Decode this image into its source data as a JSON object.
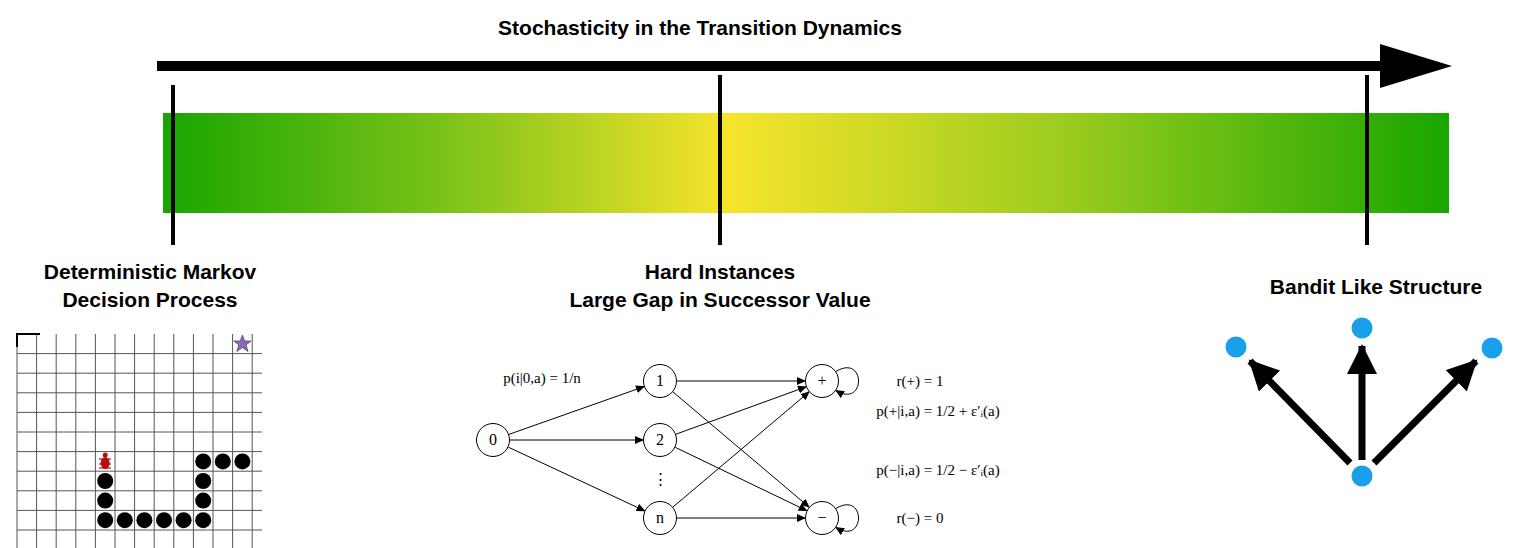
{
  "diagram": {
    "title": "Stochasticity in the Transition Dynamics",
    "nodes": [
      {
        "text": [
          "0"
        ]
      },
      {
        "text": [
          "1"
        ]
      },
      {
        "text": [
          "2"
        ]
      },
      {
        "text": [
          "n"
        ]
      },
      {
        "text": [
          "+"
        ]
      },
      {
        "text": [
          "−"
        ]
      }
    ],
    "edges": [
      {
        "from": 0,
        "to": 1,
        "arrow": "to"
      },
      {
        "from": 0,
        "to": 2,
        "arrow": "to"
      },
      {
        "from": 0,
        "to": 3,
        "arrow": "to"
      },
      {
        "from": 1,
        "to": 4,
        "arrow": "to"
      },
      {
        "from": 1,
        "to": 5,
        "arrow": "to"
      },
      {
        "from": 2,
        "to": 4,
        "arrow": "to"
      },
      {
        "from": 2,
        "to": 5,
        "arrow": "to"
      },
      {
        "from": 3,
        "to": 4,
        "arrow": "to"
      },
      {
        "from": 3,
        "to": 5,
        "arrow": "to"
      },
      {
        "from": 4,
        "to": 4,
        "arrow": "to"
      },
      {
        "from": 5,
        "to": 5,
        "arrow": "to"
      }
    ],
    "labels": [
      "Deterministic Markov Decision Process",
      "Hard Instances",
      "Large Gap in Successor Value",
      "Bandit Like Structure",
      "p(i|0,a) = 1/n",
      "⋮",
      "r(+) = 1",
      "p(+|i,a) = 1/2 + ε′ᵢ(a)",
      "p(−|i,a) = 1/2 − ε′ᵢ(a)",
      "r(−) = 0"
    ]
  }
}
